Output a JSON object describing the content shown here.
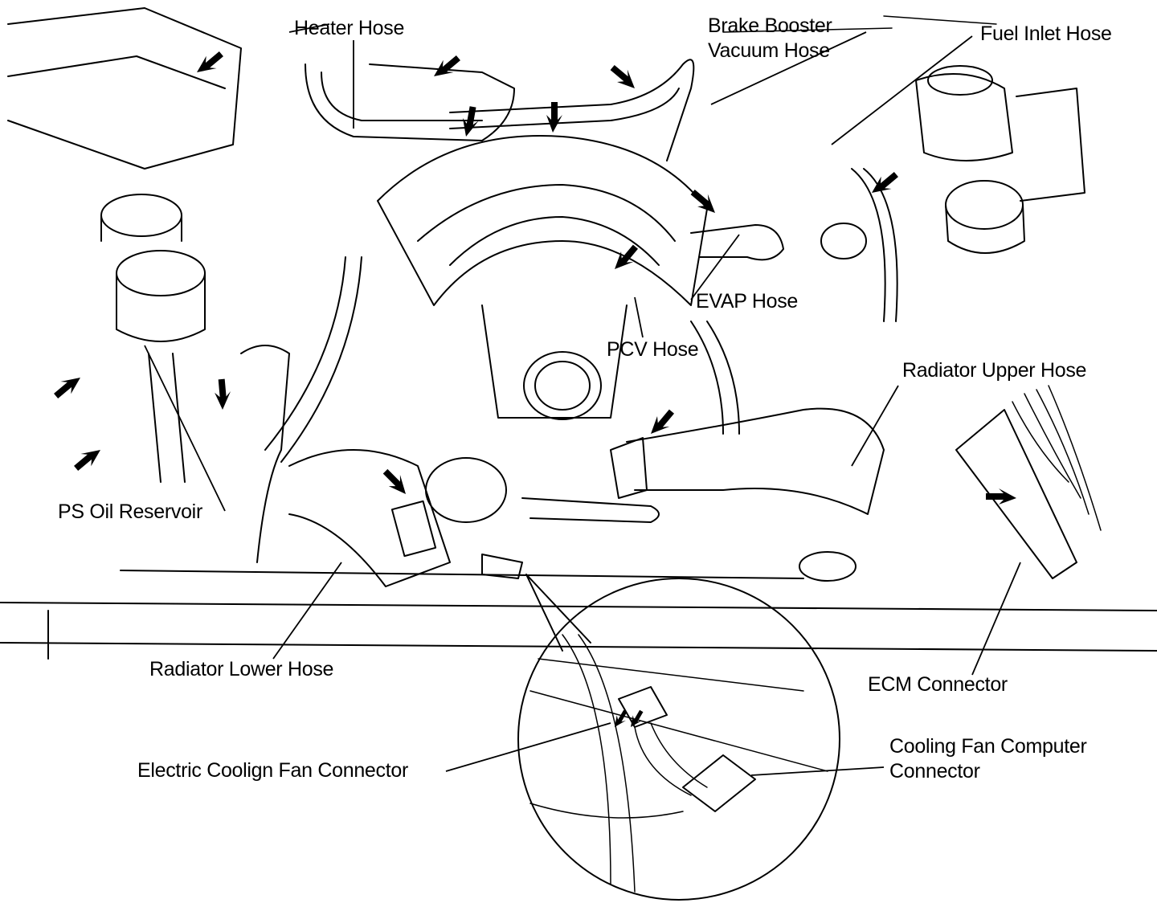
{
  "diagram": {
    "subject": "Engine compartment hose and connector locations",
    "line_color": "#000000",
    "background": "#ffffff",
    "labels": {
      "heater_hose": "Heater Hose",
      "brake_booster_line1": "Brake Booster",
      "brake_booster_line2": "Vacuum Hose",
      "fuel_inlet_hose": "Fuel Inlet Hose",
      "evap_hose": "EVAP Hose",
      "pcv_hose": "PCV Hose",
      "radiator_upper_hose": "Radiator Upper Hose",
      "ps_oil_reservoir": "PS Oil Reservoir",
      "radiator_lower_hose": "Radiator Lower Hose",
      "ecm_connector": "ECM Connector",
      "electric_cooling_fan_connector": "Electric Coolign Fan Connector",
      "cooling_fan_computer_line1": "Cooling Fan Computer",
      "cooling_fan_computer_line2": "Connector"
    },
    "arrow_count": 16,
    "detail_inset": "Magnified view of cooling fan connectors"
  }
}
